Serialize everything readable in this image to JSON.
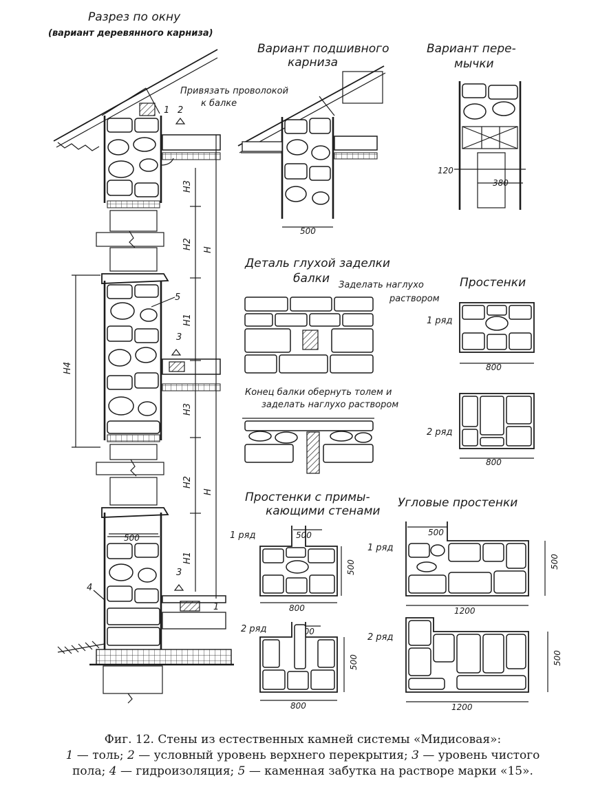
{
  "drawing": {
    "main_section": {
      "title": "Разрез по окну",
      "subtitle": "(вариант деревянного карниза)",
      "note_wire": "Привязать проволокой",
      "note_beam": "к балке",
      "numbers": [
        "1",
        "2",
        "3",
        "4",
        "5"
      ],
      "heights": [
        "H3",
        "H2",
        "H1",
        "H4",
        "H",
        "H3",
        "H2",
        "H1",
        "H"
      ],
      "width": "500"
    },
    "soffit_variant": {
      "title1": "Вариант подшивного",
      "title2": "карниза",
      "width": "500"
    },
    "lintel_variant": {
      "title1": "Вариант пере-",
      "title2": "мычки",
      "dim_a": "120",
      "dim_b": "380"
    },
    "beam_detail": {
      "title1": "Деталь глухой заделки",
      "title2": "балки",
      "note1a": "Заделать наглухо",
      "note1b": "раствором",
      "note2a": "Конец балки обернуть толем и",
      "note2b": "заделать наглухо раствором"
    },
    "piers": {
      "title": "Простенки",
      "row1": "1 ряд",
      "row2": "2 ряд",
      "w1": "800",
      "w2": "800"
    },
    "piers_adjoining": {
      "title1": "Простенки с примы-",
      "title2": "кающими стенами",
      "row1": "1 ряд",
      "row2": "2 ряд",
      "top1": "500",
      "side1": "500",
      "w1": "800",
      "top2": "500",
      "side2": "500",
      "w2": "800"
    },
    "corner_piers": {
      "title": "Угловые простенки",
      "row1": "1 ряд",
      "row2": "2 ряд",
      "top1": "500",
      "side1": "500",
      "w1": "1200",
      "side2": "500",
      "w2": "1200"
    }
  },
  "caption": {
    "lead": "Фиг. 12. Стены из естественных камней системы «Мидисовая»:",
    "items": [
      {
        "n": "1",
        "t": " — толь; "
      },
      {
        "n": "2",
        "t": " — условный уровень верхнего перекрытия; "
      },
      {
        "n": "3",
        "t": " — уровень чистого пола; "
      },
      {
        "n": "4",
        "t": " — гидроизоляция; "
      },
      {
        "n": "5",
        "t": " — каменная забутка на растворе марки «15»."
      }
    ]
  }
}
